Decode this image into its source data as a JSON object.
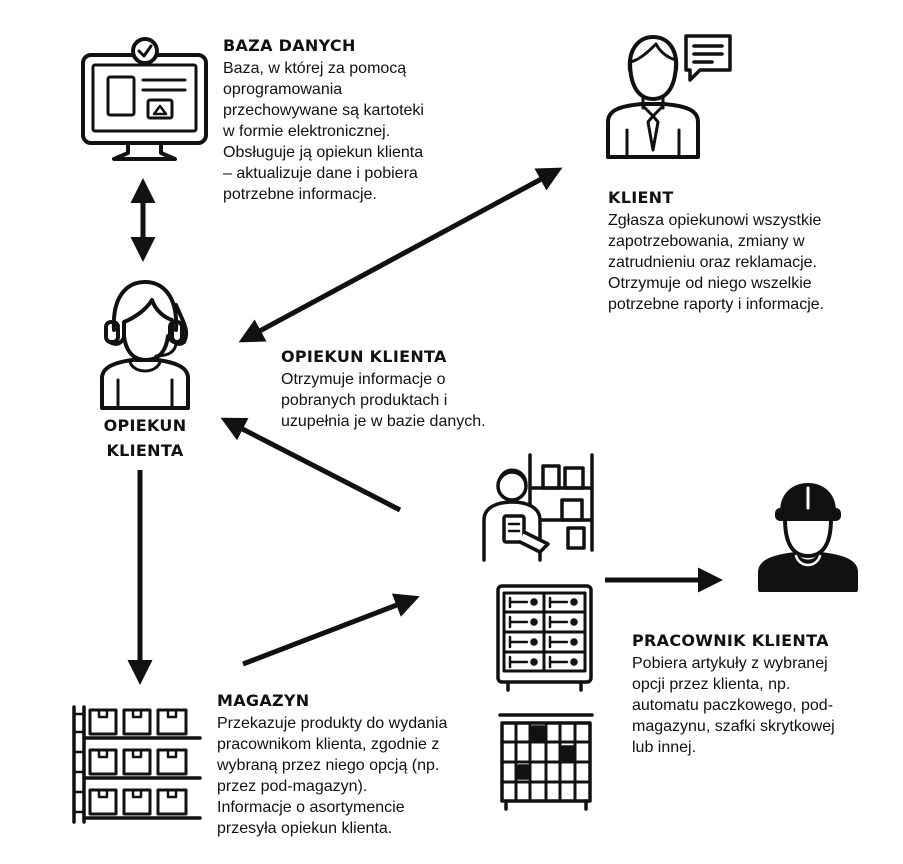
{
  "baza": {
    "title": "BAZA DANYCH",
    "lines": [
      "Baza, w której za pomocą",
      "oprogramowania",
      "przechowywane są kartoteki",
      "w formie elektronicznej.",
      "Obsługuje ją opiekun klienta",
      "– aktualizuje dane i pobiera",
      "potrzebne informacje."
    ]
  },
  "klient": {
    "title": "KLIENT",
    "lines": [
      "Zgłasza opiekunowi wszystkie",
      "zapotrzebowania, zmiany w",
      "zatrudnieniu oraz reklamacje.",
      "Otrzymuje od niego wszelkie",
      "potrzebne raporty i informacje."
    ]
  },
  "opiekun": {
    "title": "OPIEKUN KLIENTA",
    "lines": [
      "Otrzymuje informacje o",
      "pobranych produktach i",
      "uzupełnia je w bazie danych."
    ]
  },
  "opiekun_label": [
    "OPIEKUN",
    "KLIENTA"
  ],
  "magazyn": {
    "title": "MAGAZYN",
    "lines": [
      "Przekazuje produkty do wydania",
      "pracownikom klienta, zgodnie z",
      "wybraną przez niego opcją (np.",
      "przez pod-magazyn).",
      "Informacje o asortymencie",
      "przesyła opiekun klienta."
    ]
  },
  "pracownik": {
    "title": "PRACOWNIK KLIENTA",
    "lines": [
      "Pobiera artykuły z wybranej",
      "opcji przez klienta, np.",
      "automatu paczkowego, pod-",
      "magazynu, szafki skrytkowej",
      "lub innej."
    ]
  },
  "icons": [
    "computer-database-icon",
    "client-businessman-icon",
    "chat-bubble-icon",
    "customer-service-agent-icon",
    "warehouse-worker-icon",
    "parcel-locker-icon",
    "lockers-cabinet-icon",
    "warehouse-shelves-icon",
    "construction-worker-icon"
  ],
  "colors": {
    "ink": "#111111",
    "background": "#ffffff"
  }
}
